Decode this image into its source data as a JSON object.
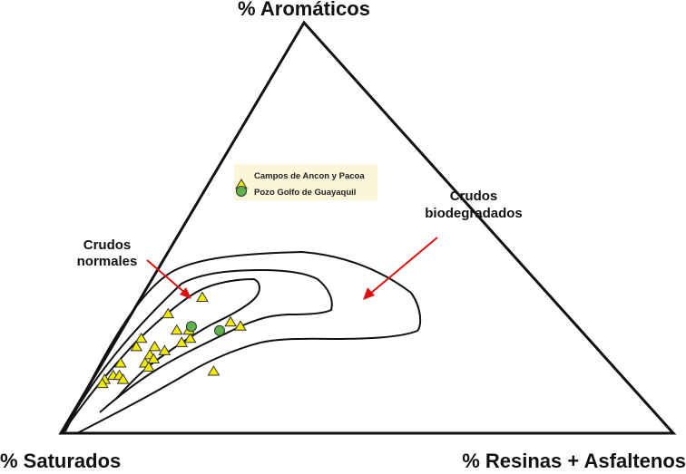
{
  "chart_data": {
    "type": "scatter",
    "subtype": "ternary",
    "axes": {
      "top": "% Aromáticos",
      "left": "% Saturados",
      "right": "% Resinas + Asfaltenos"
    },
    "legend": {
      "placement": "top-center",
      "entries": [
        {
          "label": "Campos de Ancon y Pacoa",
          "marker": "triangle",
          "color": "#f2ea00"
        },
        {
          "label": "Pozo Golfo de Guayaquil",
          "marker": "circle",
          "color": "#5db34a"
        }
      ]
    },
    "annotations": [
      {
        "lines": [
          "Crudos",
          "normales"
        ],
        "arrow_color": "#e01010"
      },
      {
        "lines": [
          "Crudos",
          "biodegradados"
        ],
        "arrow_color": "#e01010"
      }
    ],
    "series": [
      {
        "name": "Campos de Ancon y Pacoa",
        "points": [
          {
            "sat": 57,
            "aro": 33,
            "res": 10
          },
          {
            "sat": 65,
            "aro": 29,
            "res": 6
          },
          {
            "sat": 66,
            "aro": 25,
            "res": 9
          },
          {
            "sat": 56,
            "aro": 27,
            "res": 17
          },
          {
            "sat": 55,
            "aro": 26,
            "res": 19
          },
          {
            "sat": 75,
            "aro": 21,
            "res": 4
          },
          {
            "sat": 73,
            "aro": 23,
            "res": 4
          },
          {
            "sat": 72,
            "aro": 21,
            "res": 7
          },
          {
            "sat": 71,
            "aro": 20,
            "res": 9
          },
          {
            "sat": 67,
            "aro": 22,
            "res": 11
          },
          {
            "sat": 65,
            "aro": 23,
            "res": 12
          },
          {
            "sat": 64,
            "aro": 25,
            "res": 11
          },
          {
            "sat": 74,
            "aro": 19,
            "res": 7
          },
          {
            "sat": 76,
            "aro": 17,
            "res": 7
          },
          {
            "sat": 74,
            "aro": 18,
            "res": 8
          },
          {
            "sat": 76,
            "aro": 16,
            "res": 8
          },
          {
            "sat": 80,
            "aro": 17,
            "res": 3
          },
          {
            "sat": 85,
            "aro": 13,
            "res": 2
          },
          {
            "sat": 83,
            "aro": 14,
            "res": 3
          },
          {
            "sat": 82,
            "aro": 14,
            "res": 4
          },
          {
            "sat": 82,
            "aro": 13,
            "res": 5
          },
          {
            "sat": 86,
            "aro": 12,
            "res": 2
          },
          {
            "sat": 66,
            "aro": 15,
            "res": 19
          }
        ]
      },
      {
        "name": "Pozo Golfo de Guayaquil",
        "points": [
          {
            "sat": 63,
            "aro": 26,
            "res": 11
          },
          {
            "sat": 59,
            "aro": 25,
            "res": 16
          }
        ]
      }
    ]
  }
}
